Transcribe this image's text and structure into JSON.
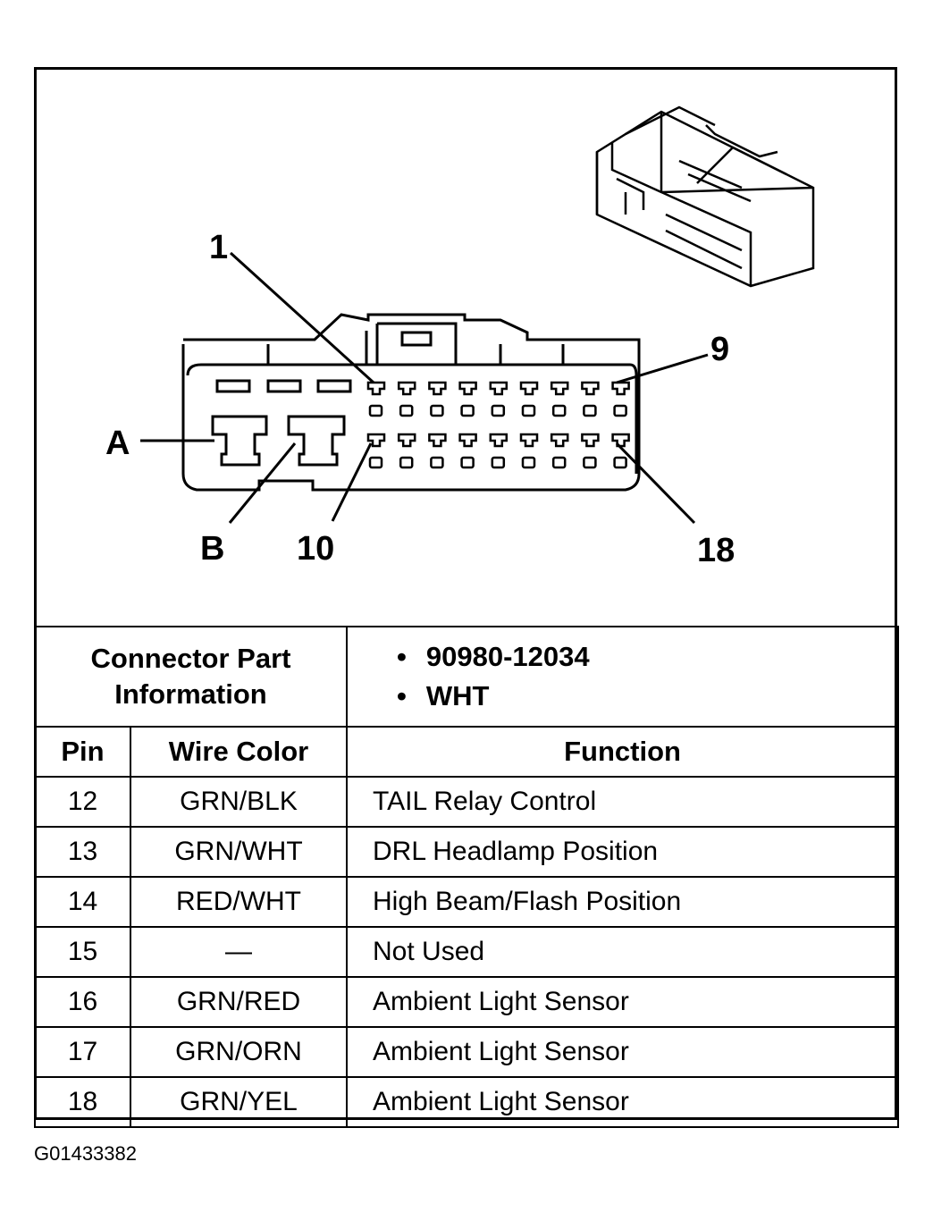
{
  "callouts": {
    "pin_1": "1",
    "pin_9": "9",
    "pin_10": "10",
    "pin_18": "18",
    "pin_a": "A",
    "pin_b": "B"
  },
  "connector_info": {
    "label_line1": "Connector Part",
    "label_line2": "Information",
    "part_number": "90980-12034",
    "color": "WHT"
  },
  "table": {
    "headers": {
      "pin": "Pin",
      "wire_color": "Wire Color",
      "function": "Function"
    },
    "rows": [
      {
        "pin": "12",
        "wire_color": "GRN/BLK",
        "function": "TAIL Relay Control"
      },
      {
        "pin": "13",
        "wire_color": "GRN/WHT",
        "function": "DRL Headlamp Position"
      },
      {
        "pin": "14",
        "wire_color": "RED/WHT",
        "function": "High Beam/Flash Position"
      },
      {
        "pin": "15",
        "wire_color": "—",
        "function": "Not Used"
      },
      {
        "pin": "16",
        "wire_color": "GRN/RED",
        "function": "Ambient Light Sensor"
      },
      {
        "pin": "17",
        "wire_color": "GRN/ORN",
        "function": "Ambient Light Sensor"
      },
      {
        "pin": "18",
        "wire_color": "GRN/YEL",
        "function": "Ambient Light Sensor"
      }
    ]
  },
  "figure_id": "G01433382"
}
